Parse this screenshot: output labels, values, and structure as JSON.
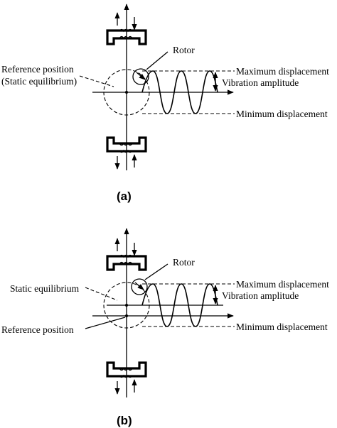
{
  "panels": [
    {
      "id": "a",
      "label": "(a)",
      "rotor_label": "Rotor",
      "max_label": "Maximum displacement",
      "amp_label": "Vibration amplitude",
      "min_label": "Minimum displacement",
      "ref_label_line1": "Reference position",
      "ref_label_line2": "(Static equilibrium)"
    },
    {
      "id": "b",
      "label": "(b)",
      "rotor_label": "Rotor",
      "max_label": "Maximum displacement",
      "amp_label": "Vibration amplitude",
      "min_label": "Minimum displacement",
      "static_label": "Static equilibrium",
      "ref_label": "Reference position"
    }
  ]
}
